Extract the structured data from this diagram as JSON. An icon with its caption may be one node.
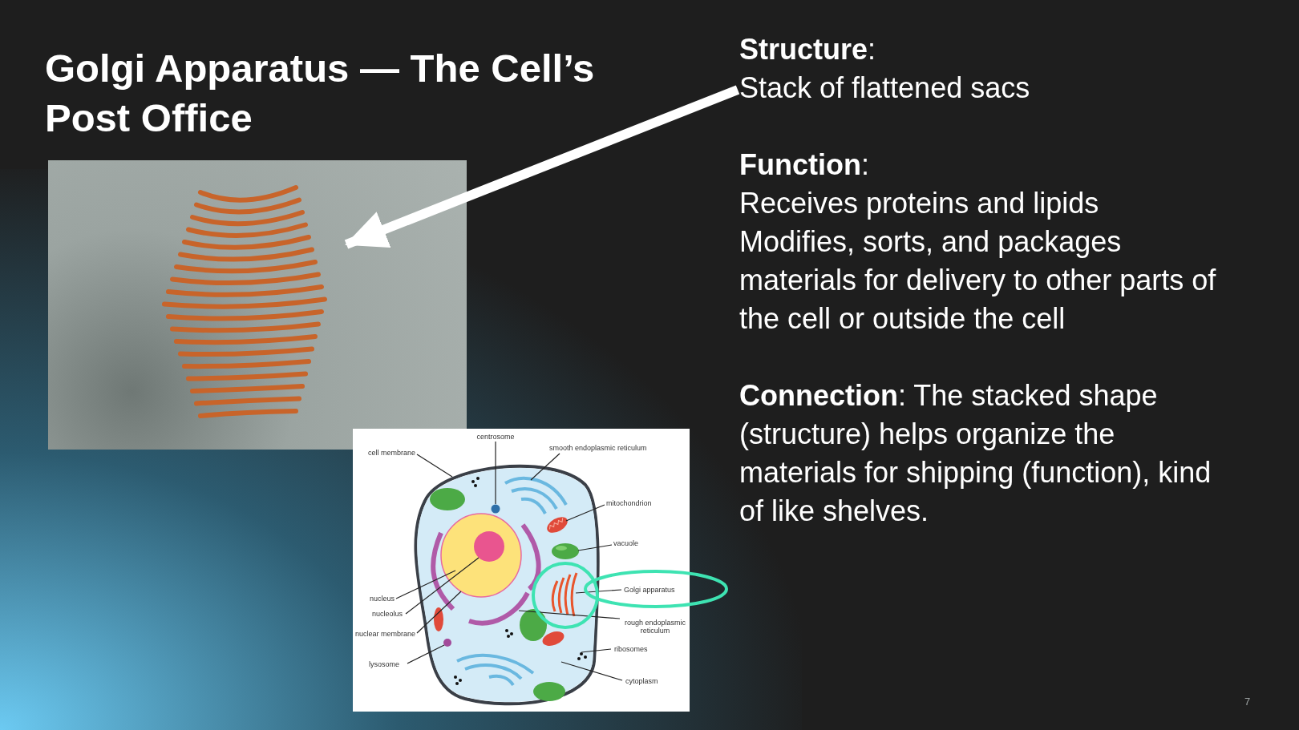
{
  "diagram": {
    "title": "Golgi Apparatus — The Cell’s Post Office",
    "nodes": [
      {
        "text": [
          "**Structure**:",
          "Stack of flattened sacs"
        ]
      },
      {
        "text": [],
        "shape": "picture"
      },
      {
        "text": [],
        "shape": "picture",
        "in": 1
      },
      {
        "text": [],
        "shape": "picture"
      },
      {
        "text": [
          "centrosome"
        ],
        "in": 3
      },
      {
        "text": [
          "smooth endoplasmic reticulum"
        ],
        "in": 3
      },
      {
        "text": [
          "cell membrane"
        ],
        "in": 3
      },
      {
        "text": [
          "mitochondrion"
        ],
        "in": 3
      },
      {
        "text": [
          "vacuole"
        ],
        "in": 3
      },
      {
        "text": [
          "Golgi apparatus"
        ],
        "in": 3
      },
      {
        "text": [
          "nucleus"
        ],
        "in": 3
      },
      {
        "text": [
          "nucleolus"
        ],
        "in": 3
      },
      {
        "text": [
          "rough endoplasmic reticulum"
        ],
        "in": 3
      },
      {
        "text": [
          "nuclear membrane"
        ],
        "in": 3
      },
      {
        "text": [
          "ribosomes"
        ],
        "in": 3
      },
      {
        "text": [
          "lysosome"
        ],
        "in": 3
      },
      {
        "text": [
          "cytoplasm"
        ],
        "in": 3
      },
      {
        "text": [],
        "shape": "picture",
        "in": 3
      },
      {
        "text": [],
        "shape": "picture",
        "in": 17
      },
      {
        "text": [],
        "shape": "circle",
        "in": 18
      },
      {
        "text": [],
        "shape": "picture",
        "in": 18
      },
      {
        "text": [],
        "shape": "picture",
        "in": 18
      },
      {
        "text": [],
        "shape": "picture",
        "in": 18
      },
      {
        "text": [],
        "shape": "picture",
        "in": 18
      },
      {
        "text": [],
        "shape": "picture",
        "in": 18
      },
      {
        "text": [],
        "shape": "circle",
        "in": 24
      },
      {
        "text": [],
        "shape": "picture",
        "in": 18
      },
      {
        "text": [],
        "shape": "picture",
        "in": 18
      },
      {
        "text": [],
        "shape": "picture",
        "in": 18
      },
      {
        "text": [],
        "shape": "circle",
        "in": 18
      }
    ],
    "edges": [
      {
        "from": 0,
        "to": 2,
        "arrow": "to",
        "style": "thick",
        "color": "#ffffff"
      },
      {
        "from": 4,
        "to": 19,
        "arrow": "none"
      },
      {
        "from": 5,
        "to": 20,
        "arrow": "none"
      },
      {
        "from": 6,
        "to": 17,
        "arrow": "none"
      },
      {
        "from": 7,
        "to": 21,
        "arrow": "none"
      },
      {
        "from": 8,
        "to": 22,
        "arrow": "none"
      },
      {
        "from": 9,
        "to": 23,
        "arrow": "none"
      },
      {
        "from": 10,
        "to": 24,
        "arrow": "none"
      },
      {
        "from": 11,
        "to": 25,
        "arrow": "none"
      },
      {
        "from": 12,
        "to": 26,
        "arrow": "none"
      },
      {
        "from": 13,
        "to": 27,
        "arrow": "none"
      },
      {
        "from": 14,
        "to": 28,
        "arrow": "none"
      },
      {
        "from": 15,
        "to": 29,
        "arrow": "none"
      },
      {
        "from": 16,
        "to": 18,
        "arrow": "none"
      }
    ],
    "labels": [
      "**Function**:",
      "Receives proteins and lipids",
      "Modifies, sorts, and packages materials for delivery to other parts of the cell or outside the cell",
      "**Connection**: The stacked shape (structure) helps organize the materials for shipping (function), kind of like shelves.",
      "7"
    ]
  }
}
